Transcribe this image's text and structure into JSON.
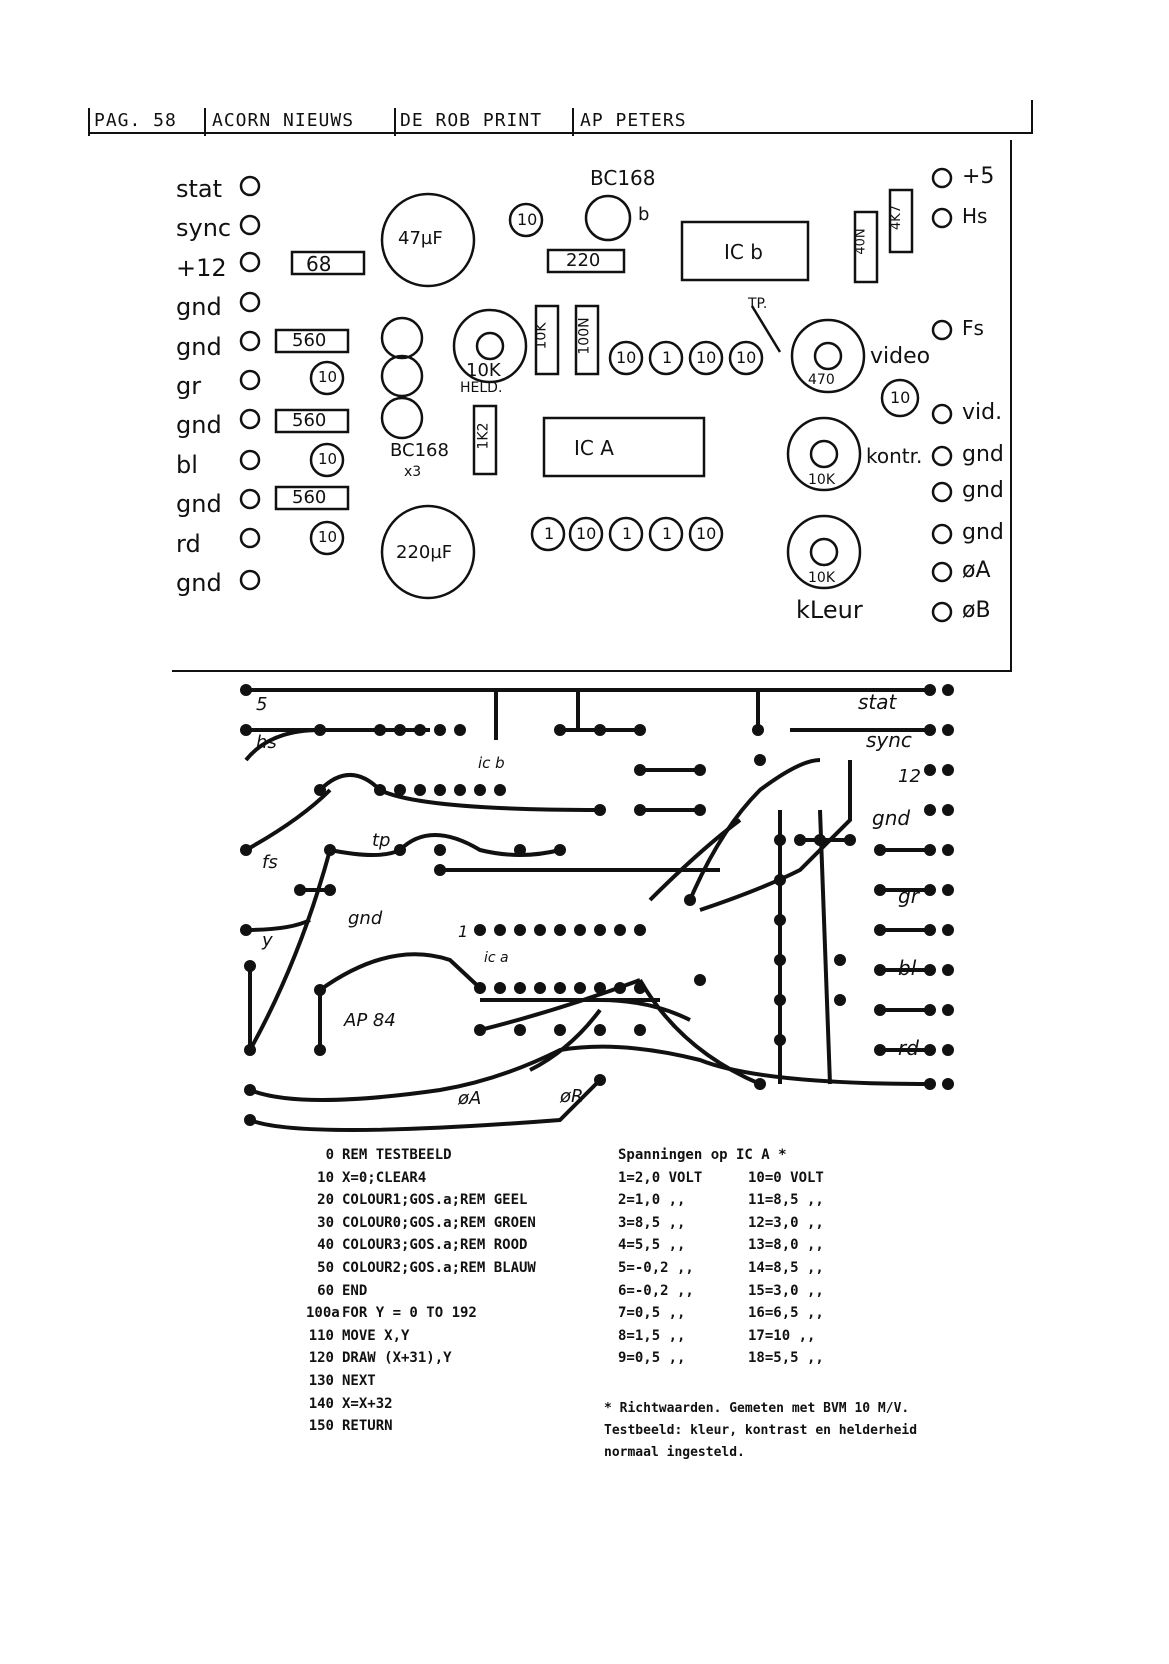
{
  "header": {
    "page": "PAG. 58",
    "magazine": "ACORN NIEUWS",
    "section": "DE ROB PRINT",
    "author": "AP PETERS"
  },
  "layout_board": {
    "left_pins": [
      "stat",
      "sync",
      "+12",
      "gnd",
      "gnd",
      "gr",
      "gnd",
      "bl",
      "gnd",
      "rd",
      "gnd"
    ],
    "right_pins": [
      "+5",
      "Hs",
      "Fs",
      "vid.",
      "gnd",
      "gnd",
      "gnd",
      "øA",
      "øB"
    ],
    "components": {
      "r68": "68",
      "cap47": "47µF",
      "cap220": "220µF",
      "r220": "220",
      "bc168_top": "BC168",
      "bc168_side": "BC168",
      "x3": "x3",
      "b": "b",
      "r560": "560",
      "c10": "10",
      "c1": "1",
      "pot_held": "10K",
      "held": "HELD.",
      "r10k": "10K",
      "c100n": "100N",
      "c40n": "40N",
      "r4k7": "4K7",
      "r1k2": "1K2",
      "ic_a": "IC A",
      "ic_b": "IC b",
      "tp": "TP.",
      "video": "video",
      "pot470": "470",
      "pot_kontr": "10K",
      "kontr": "kontr.",
      "pot_kleur": "10K",
      "kleur": "kLeur"
    }
  },
  "track_board": {
    "labels": [
      "5",
      "hs",
      "fs",
      "y",
      "tp",
      "gnd",
      "ic b",
      "ic a",
      "1",
      "AP 84",
      "øA",
      "øR",
      "stat",
      "sync",
      "12",
      "gnd",
      "gr",
      "bl",
      "rd"
    ]
  },
  "program": {
    "lines": [
      {
        "num": "0",
        "code": "REM TESTBEELD"
      },
      {
        "num": "10",
        "code": "X=0;CLEAR4"
      },
      {
        "num": "20",
        "code": "COLOUR1;GOS.a;REM GEEL"
      },
      {
        "num": "30",
        "code": "COLOUR0;GOS.a;REM GROEN"
      },
      {
        "num": "40",
        "code": "COLOUR3;GOS.a;REM ROOD"
      },
      {
        "num": "50",
        "code": "COLOUR2;GOS.a;REM BLAUW"
      },
      {
        "num": "60",
        "code": "END"
      },
      {
        "num": "100a",
        "code": "FOR Y = 0 TO 192"
      },
      {
        "num": "110",
        "code": "MOVE X,Y"
      },
      {
        "num": "120",
        "code": "DRAW (X+31),Y"
      },
      {
        "num": "130",
        "code": "NEXT"
      },
      {
        "num": "140",
        "code": "X=X+32"
      },
      {
        "num": "150",
        "code": "RETURN"
      }
    ]
  },
  "voltages": {
    "title": "Spanningen op IC A *",
    "rows": [
      [
        "1=2,0 VOLT",
        "10=0 VOLT"
      ],
      [
        "2=1,0 ,,",
        "11=8,5 ,,"
      ],
      [
        "3=8,5 ,,",
        "12=3,0 ,,"
      ],
      [
        "4=5,5 ,,",
        "13=8,0 ,,"
      ],
      [
        "5=-0,2 ,,",
        "14=8,5 ,,"
      ],
      [
        "6=-0,2 ,,",
        "15=3,0 ,,"
      ],
      [
        "7=0,5 ,,",
        "16=6,5 ,,"
      ],
      [
        "8=1,5 ,,",
        "17=10 ,,"
      ],
      [
        "9=0,5 ,,",
        "18=5,5 ,,"
      ]
    ],
    "note": "* Richtwaarden. Gemeten met BVM 10 M/V. Testbeeld: kleur, kontrast en helderheid normaal ingesteld."
  }
}
